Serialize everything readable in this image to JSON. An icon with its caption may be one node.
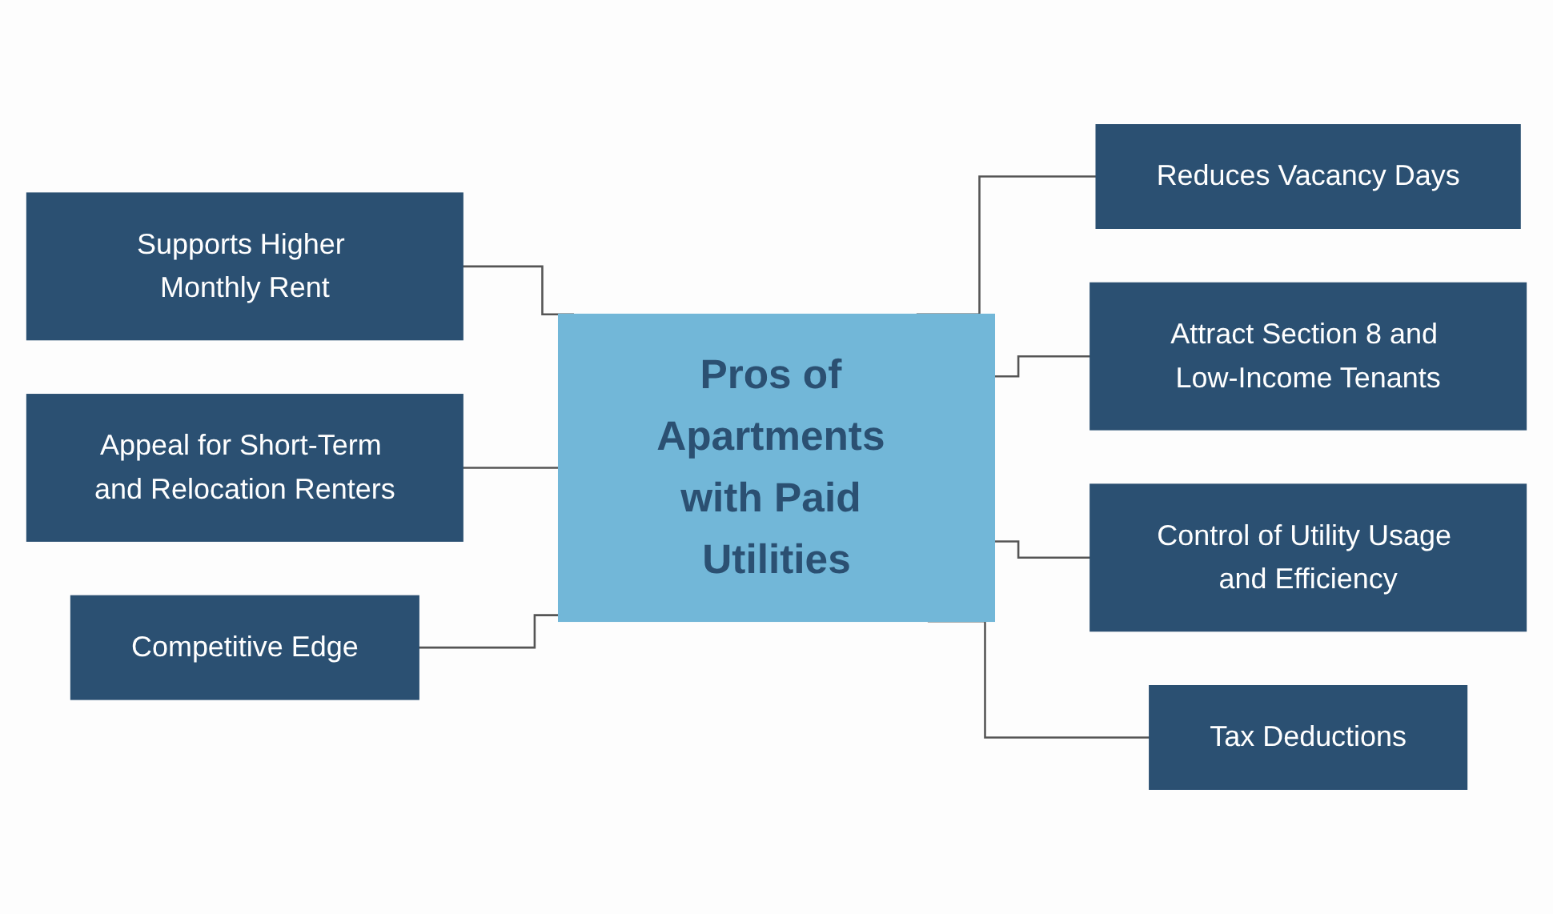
{
  "diagram": {
    "nodes": [
      {
        "text": [
          "Supports Higher Monthly Rent"
        ]
      },
      {
        "text": [
          "Reduces Vacancy Days"
        ]
      },
      {
        "text": [
          "Appeal for Short-Term and Relocation Renters"
        ]
      },
      {
        "text": [
          "Pros of Apartments with Paid Utilities"
        ]
      },
      {
        "text": [
          "Attract Section 8 and Low-Income Tenants"
        ]
      },
      {
        "text": [
          "Competitive Edge"
        ]
      },
      {
        "text": [
          "Control of Utility Usage and Efficiency"
        ]
      },
      {
        "text": [
          "Tax Deductions"
        ]
      }
    ],
    "edges": [
      {
        "from": 0,
        "to": 3,
        "arrow": "none"
      },
      {
        "from": 3,
        "to": 1,
        "arrow": "none"
      },
      {
        "from": 2,
        "to": 3,
        "arrow": "none"
      },
      {
        "from": 3,
        "to": 4,
        "arrow": "none"
      },
      {
        "from": 5,
        "to": 3,
        "arrow": "none"
      },
      {
        "from": 3,
        "to": 6,
        "arrow": "none"
      },
      {
        "from": 3,
        "to": 7,
        "arrow": "none"
      }
    ]
  }
}
